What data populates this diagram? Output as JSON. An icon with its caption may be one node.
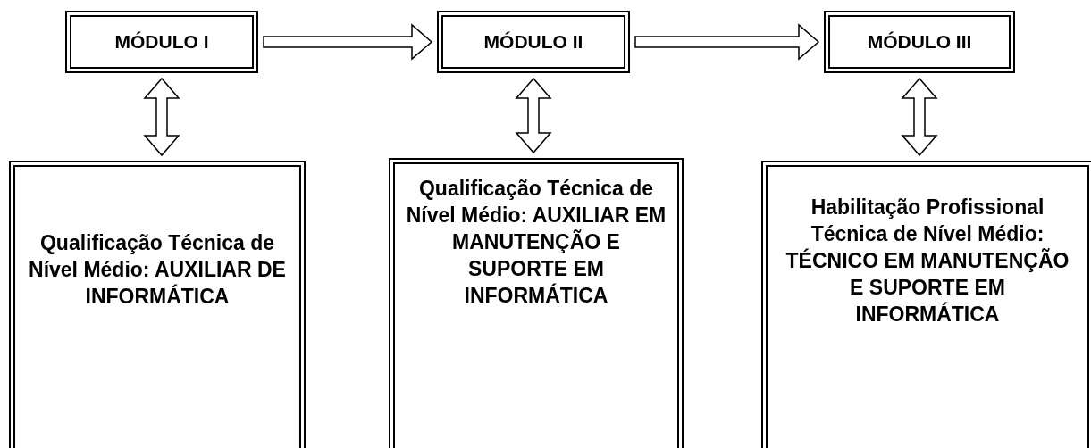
{
  "diagram": {
    "nodes": [
      {
        "text": [
          "MÓDULO I"
        ]
      },
      {
        "text": [
          "MÓDULO II"
        ]
      },
      {
        "text": [
          "MÓDULO III"
        ]
      },
      {
        "text": [
          "Qualificação Técnica de Nível Médio: AUXILIAR DE INFORMÁTICA"
        ]
      },
      {
        "text": [
          "Qualificação Técnica de Nível Médio: AUXILIAR EM MANUTENÇÃO E SUPORTE EM INFORMÁTICA"
        ]
      },
      {
        "text": [
          "Habilitação Profissional Técnica de Nível Médio: TÉCNICO EM MANUTENÇÃO E SUPORTE EM INFORMÁTICA"
        ]
      }
    ],
    "edges": [
      {
        "from": 0,
        "to": 1,
        "arrow": "to"
      },
      {
        "from": 1,
        "to": 2,
        "arrow": "to"
      },
      {
        "from": 0,
        "to": 3,
        "arrow": "both"
      },
      {
        "from": 1,
        "to": 4,
        "arrow": "both"
      },
      {
        "from": 2,
        "to": 5,
        "arrow": "both"
      }
    ]
  }
}
